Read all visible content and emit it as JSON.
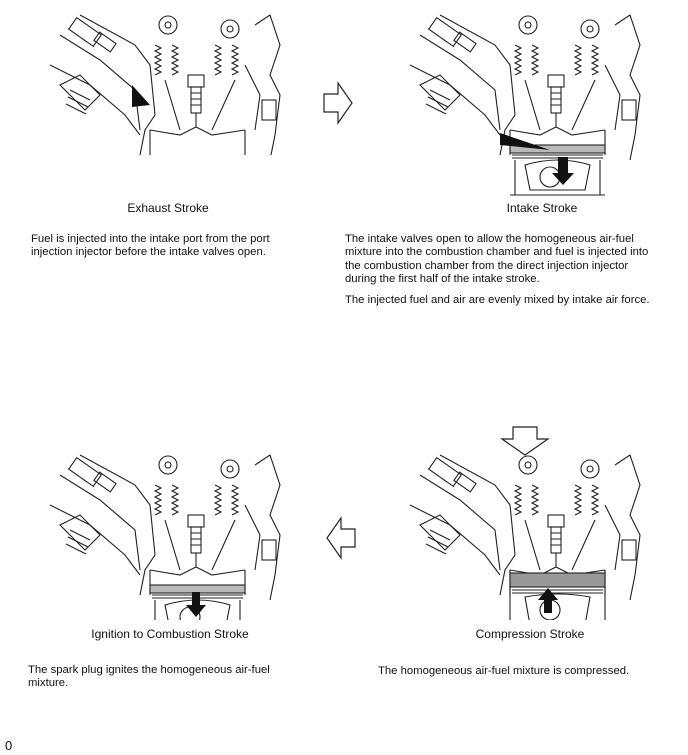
{
  "panels": [
    {
      "caption": "Exhaust Stroke",
      "description": [
        "Fuel is injected into the intake port from the port injection injector before the intake valves open."
      ]
    },
    {
      "caption": "Intake Stroke",
      "description": [
        "The intake valves open to allow the homogeneous air-fuel mixture into the combustion chamber and fuel is injected into the combustion chamber from the direct injection injector during the first half of the intake stroke.",
        "The injected fuel and air are evenly mixed by intake air force."
      ]
    },
    {
      "caption": "Ignition to Combustion Stroke",
      "description": [
        "The spark plug ignites the homogeneous air-fuel mixture."
      ]
    },
    {
      "caption": "Compression Stroke",
      "description": [
        "The homogeneous air-fuel mixture is compressed."
      ]
    }
  ],
  "corner_label": "0"
}
